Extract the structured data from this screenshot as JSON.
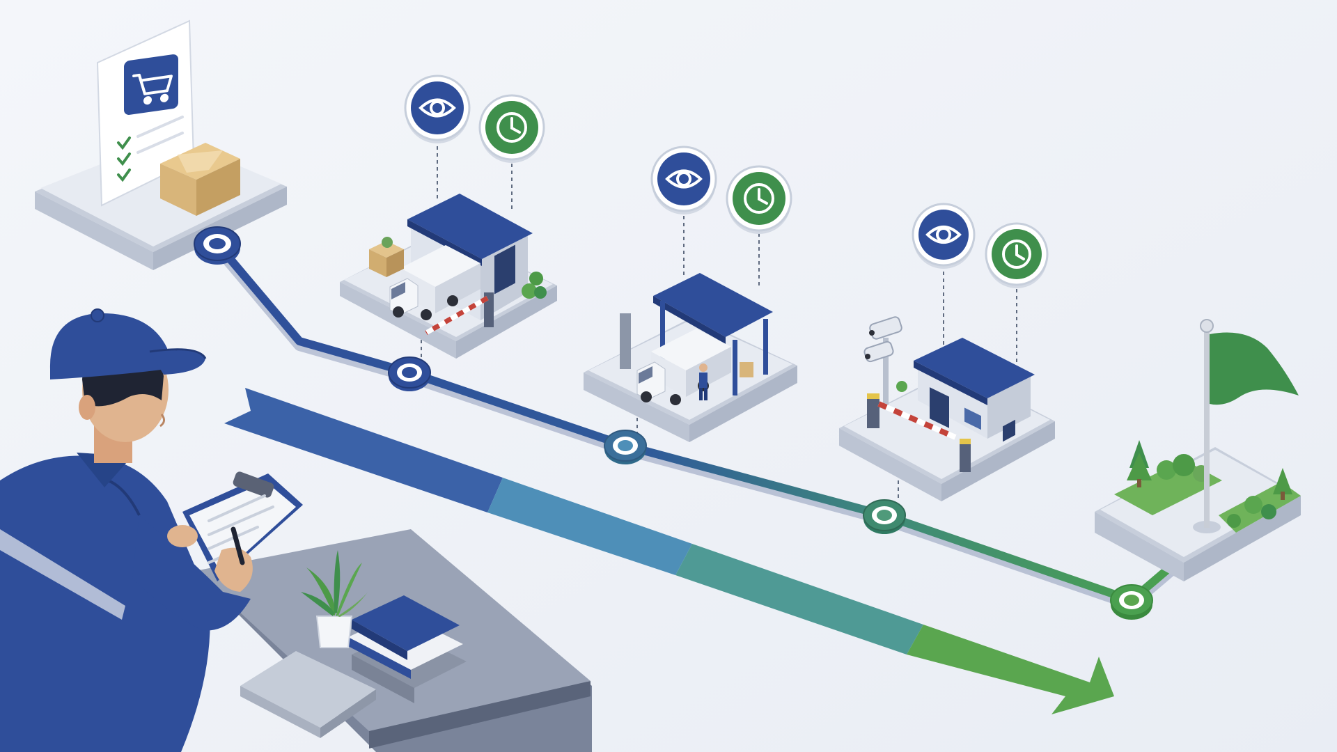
{
  "colors": {
    "background": "#eef1f6",
    "navy": "#2f4e9a",
    "navy_dark": "#223a78",
    "teal_blue": "#4e8fb8",
    "teal": "#4f9a95",
    "green": "#3f8f4c",
    "green_light": "#5aa64f",
    "platform_top": "#e7ebf2",
    "platform_side": "#c7cedb",
    "box_tan": "#d8b57a"
  },
  "icons": {
    "start": [
      "clipboard-icon",
      "shopping-cart-icon",
      "checkmark-icon",
      "parcel-box-icon"
    ],
    "monitor": "eye-icon",
    "timer": "clock-icon",
    "finish": "flag-icon",
    "person": "worker-with-clipboard-icon"
  },
  "diagram": {
    "stages": [
      {
        "id": "order",
        "icon": "shopping-cart-icon"
      },
      {
        "id": "loading-warehouse",
        "icon": "warehouse-icon"
      },
      {
        "id": "covered-loading-dock",
        "icon": "loading-dock-icon"
      },
      {
        "id": "checkpoint-gate",
        "icon": "security-gate-icon"
      },
      {
        "id": "destination",
        "icon": "flag-icon"
      }
    ],
    "progress_segments": 4
  }
}
